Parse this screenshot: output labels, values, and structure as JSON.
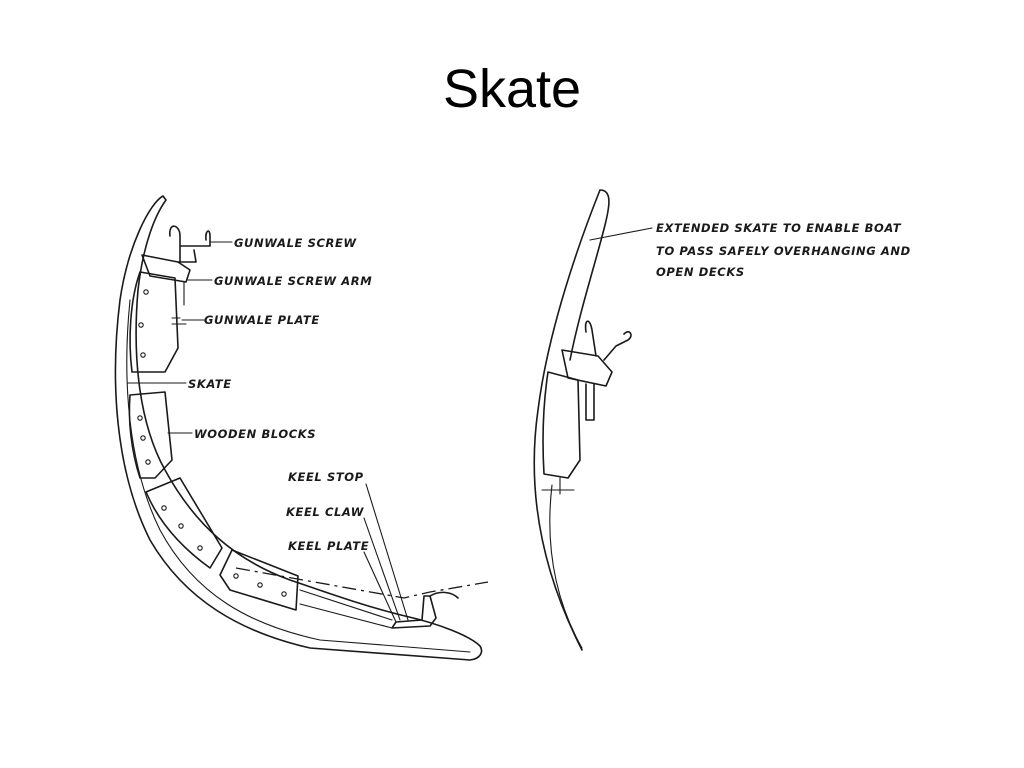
{
  "slide": {
    "title": "Skate"
  },
  "left_diagram": {
    "labels": {
      "gunwale_screw": "GUNWALE SCREW",
      "gunwale_screw_arm": "GUNWALE SCREW ARM",
      "gunwale_plate": "GUNWALE PLATE",
      "skate": "SKATE",
      "wooden_blocks": "WOODEN BLOCKS",
      "keel_stop": "KEEL STOP",
      "keel_claw": "KEEL CLAW",
      "keel_plate": "KEEL PLATE"
    }
  },
  "right_diagram": {
    "caption_lines": [
      "EXTENDED SKATE TO ENABLE BOAT",
      "TO PASS SAFELY OVERHANGING AND",
      "OPEN DECKS"
    ]
  }
}
